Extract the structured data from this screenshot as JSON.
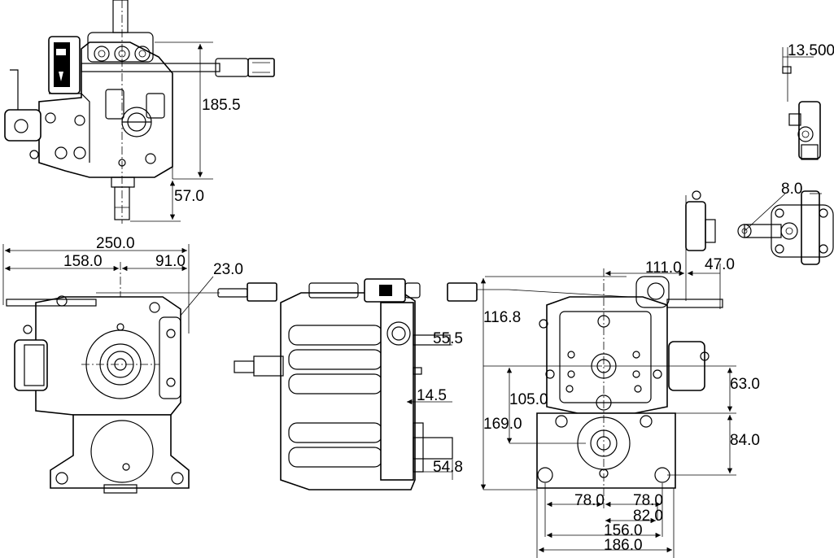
{
  "drawing": {
    "dimensions": {
      "top_height": "185.5",
      "top_shaft": "57.0",
      "top_right_pin": "13.500",
      "arm_offset": "8.0",
      "overall_width": "250.0",
      "left_offset": "158.0",
      "right_offset": "91.0",
      "arm_angle": "23.0",
      "port_depth": "55.5",
      "flange_thk": "14.5",
      "shaft_len": "54.8",
      "right_111": "111.0",
      "right_47": "47.0",
      "height_116": "116.8",
      "height_105": "105.0",
      "height_169": "169.0",
      "height_63": "63.0",
      "height_84": "84.0",
      "base_78_left": "78.0",
      "base_78_right": "78.0",
      "base_82": "82.0",
      "base_156": "156.0",
      "base_186": "186.0"
    }
  }
}
